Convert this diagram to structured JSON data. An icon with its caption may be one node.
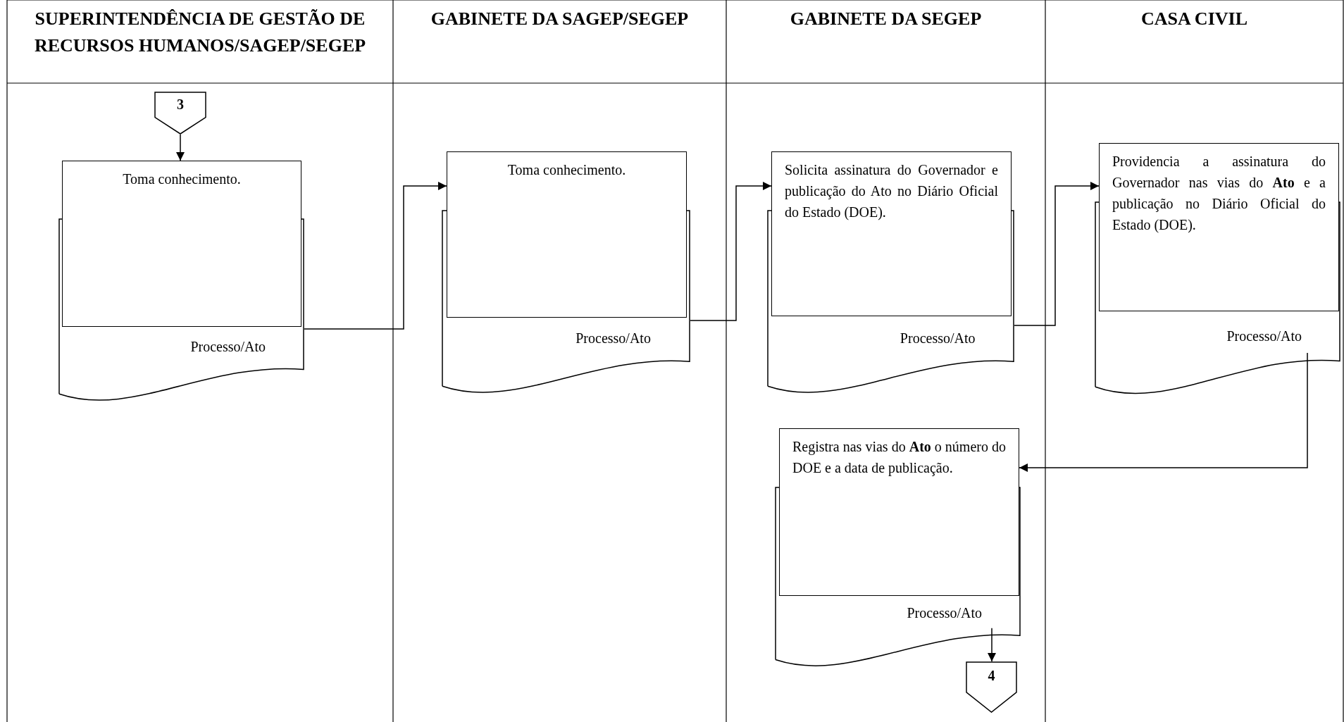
{
  "diagram": {
    "nodes": [
      {
        "text": [
          "3"
        ]
      },
      {
        "text": [
          "Toma conhecimento.",
          "Processo/Ato"
        ]
      },
      {
        "text": [
          "Toma conhecimento.",
          "Processo/Ato"
        ]
      },
      {
        "text": [
          "Solicita assinatura do Governador e publicação do Ato no Diário Oficial do Estado (DOE).",
          "Processo/Ato"
        ]
      },
      {
        "text": [
          "Providencia a assinatura do Governador nas vias do **Ato** e a publicação no Diário Oficial do Estado (DOE).",
          "Processo/Ato"
        ]
      },
      {
        "text": [
          "Registra nas vias do **Ato** o número do DOE e a data de publicação.",
          "Processo/Ato"
        ]
      },
      {
        "text": [
          "4"
        ]
      }
    ],
    "edges": [
      {
        "from": 0,
        "to": 1,
        "arrow": "to"
      },
      {
        "from": 1,
        "to": 2,
        "arrow": "to"
      },
      {
        "from": 2,
        "to": 3,
        "arrow": "to"
      },
      {
        "from": 3,
        "to": 4,
        "arrow": "to"
      },
      {
        "from": 4,
        "to": 5,
        "arrow": "to"
      },
      {
        "from": 5,
        "to": 6,
        "arrow": "to"
      }
    ],
    "labels": [
      "SUPERINTENDÊNCIA DE GESTÃO DE RECURSOS HUMANOS/SAGEP/SEGEP",
      "GABINETE DA SAGEP/SEGEP",
      "GABINETE DA SEGEP",
      "CASA CIVIL"
    ]
  }
}
